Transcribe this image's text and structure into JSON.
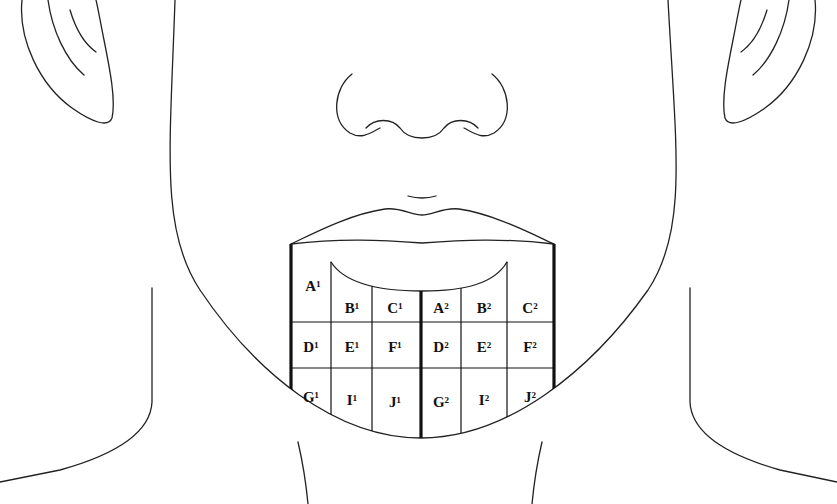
{
  "diagram": {
    "nodes": [
      {
        "text": [
          "A¹"
        ]
      },
      {
        "text": [
          "B¹"
        ]
      },
      {
        "text": [
          "C¹"
        ]
      },
      {
        "text": [
          "A²"
        ]
      },
      {
        "text": [
          "B²"
        ]
      },
      {
        "text": [
          "C²"
        ]
      },
      {
        "text": [
          "D¹"
        ]
      },
      {
        "text": [
          "E¹"
        ]
      },
      {
        "text": [
          "F¹"
        ]
      },
      {
        "text": [
          "D²"
        ]
      },
      {
        "text": [
          "E²"
        ]
      },
      {
        "text": [
          "F²"
        ]
      },
      {
        "text": [
          "G¹"
        ]
      },
      {
        "text": [
          "I¹"
        ]
      },
      {
        "text": [
          "J¹"
        ]
      },
      {
        "text": [
          "G²"
        ]
      },
      {
        "text": [
          "I²"
        ]
      },
      {
        "text": [
          "J²"
        ]
      }
    ]
  }
}
